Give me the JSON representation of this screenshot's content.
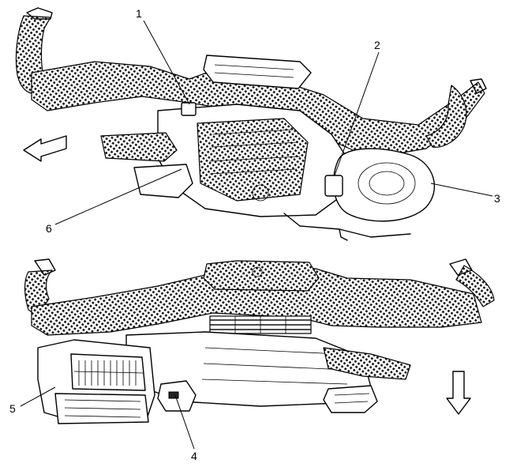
{
  "callouts": [
    {
      "id": "1",
      "label": "1"
    },
    {
      "id": "2",
      "label": "2"
    },
    {
      "id": "3",
      "label": "3"
    },
    {
      "id": "4",
      "label": "4"
    },
    {
      "id": "5",
      "label": "5"
    },
    {
      "id": "6",
      "label": "6"
    }
  ],
  "icons": {
    "upper_arrow": "arrow-left-icon",
    "lower_arrow": "arrow-down-icon"
  }
}
